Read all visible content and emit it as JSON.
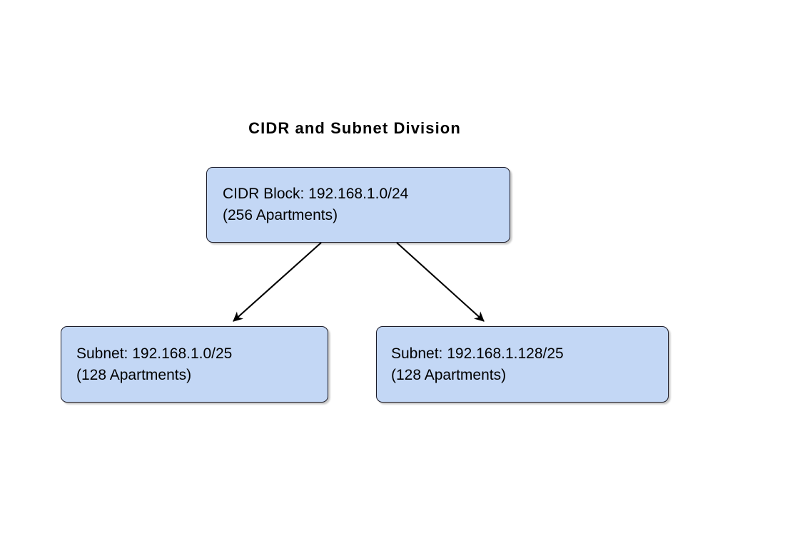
{
  "diagram": {
    "title": "CIDR and Subnet Division",
    "background_color": "#ffffff",
    "node_fill_color": "#c3d7f5",
    "node_border_color": "#1b1b28",
    "connector_color": "#000000",
    "nodes": [
      {
        "id": "cidr-block",
        "line1": "CIDR Block: 192.168.1.0/24",
        "line2": "(256 Apartments)",
        "network": "192.168.1.0/24",
        "prefix_length": 24,
        "address_count": 256,
        "address_count_label": "256 Apartments"
      },
      {
        "id": "subnet-left",
        "line1": "Subnet: 192.168.1.0/25",
        "line2": "(128 Apartments)",
        "network": "192.168.1.0/25",
        "prefix_length": 25,
        "address_count": 128,
        "address_count_label": "128 Apartments"
      },
      {
        "id": "subnet-right",
        "line1": "Subnet: 192.168.1.128/25",
        "line2": "(128 Apartments)",
        "network": "192.168.1.128/25",
        "prefix_length": 25,
        "address_count": 128,
        "address_count_label": "128 Apartments"
      }
    ],
    "edges": [
      {
        "id": "edge-cidr-to-left",
        "from": "cidr-block",
        "to": "subnet-left",
        "arrowhead": "barbed"
      },
      {
        "id": "edge-cidr-to-right",
        "from": "cidr-block",
        "to": "subnet-right",
        "arrowhead": "barbed"
      }
    ]
  }
}
